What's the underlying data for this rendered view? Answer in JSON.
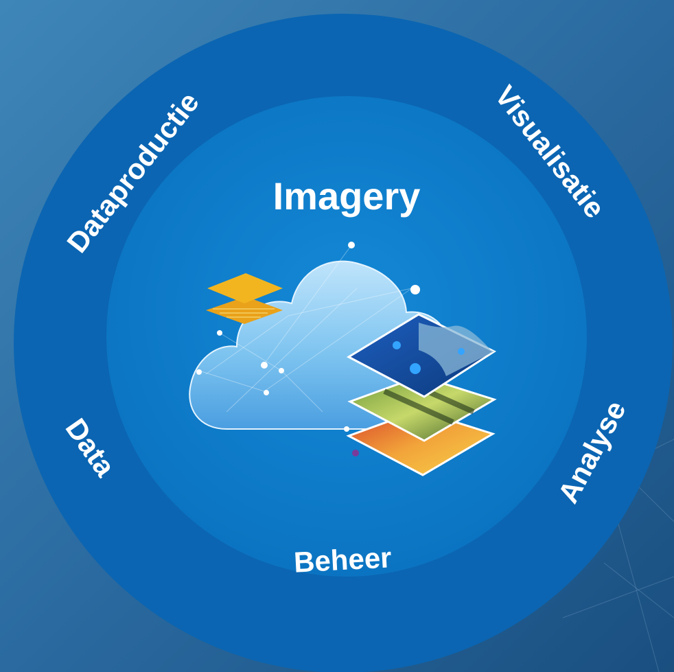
{
  "center": {
    "title": "Imagery"
  },
  "ring_labels": {
    "dataproductie": "Dataproductie",
    "visualisatie": "Visualisatie",
    "data": "Data",
    "analyse": "Analyse",
    "beheer": "Beheer"
  },
  "colors": {
    "background": "#2a6aa0",
    "outer_ring": "#0b65b2",
    "inner_disc": "#0a79c8",
    "text": "#ffffff",
    "layer_gold": "#f2b520"
  }
}
